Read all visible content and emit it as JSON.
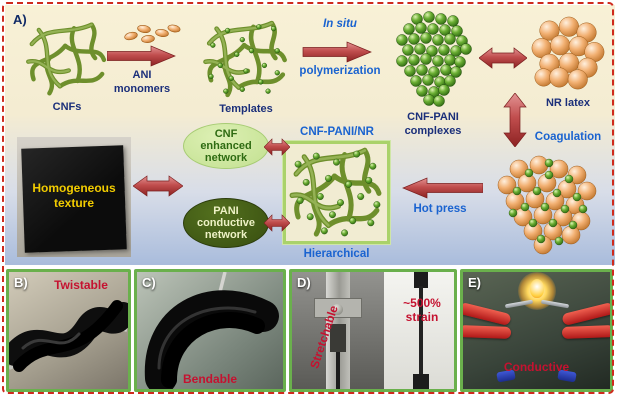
{
  "colors": {
    "outer_dashed_border": "#cf2a1d",
    "photo_panel_border": "#6ab04c",
    "navy_text": "#1b2f7a",
    "blue_text": "#1a63d0",
    "crimson_text": "#c51230",
    "arrow_red": "#b03232",
    "yellow_on_black": "#f2cc00",
    "cream_background": "#f8f1d6",
    "blue_background": "#a9bcdc"
  },
  "icons": {
    "fiber_network": "tangled-green-fiber-network",
    "monomer_droplets": "orange-oval-droplets",
    "green_sphere_cluster": "green-nanoparticle-cluster",
    "orange_sphere_cluster": "orange-latex-sphere-cluster",
    "mixed_cluster": "coagulated-latex-and-pani-cluster",
    "block_arrow": "red-block-arrow"
  },
  "panel_a": {
    "label": "A)",
    "cnfs": "CNFs",
    "ani_monomers_line1": "ANI",
    "ani_monomers_line2": "monomers",
    "templates": "Templates",
    "in_situ": "In situ",
    "polymerization": "polymerization",
    "complexes_line1": "CNF-PANI",
    "complexes_line2": "complexes",
    "nr_latex": "NR latex",
    "coagulation": "Coagulation",
    "hot_press": "Hot press",
    "composite_title": "CNF-PANI/NR",
    "hierarchical": "Hierarchical",
    "cnf_enhanced_network": "CNF enhanced network",
    "pani_conductive_network": "PANI conductive network",
    "homogeneous_line1": "Homogeneous",
    "homogeneous_line2": "texture"
  },
  "panel_b": {
    "label": "B)",
    "caption": "Twistable"
  },
  "panel_c": {
    "label": "C)",
    "caption": "Bendable"
  },
  "panel_d": {
    "label": "D)",
    "caption": "Stretchable",
    "strain_line1": "~500%",
    "strain_line2": "strain"
  },
  "panel_e": {
    "label": "E)",
    "caption": "Conductive"
  }
}
